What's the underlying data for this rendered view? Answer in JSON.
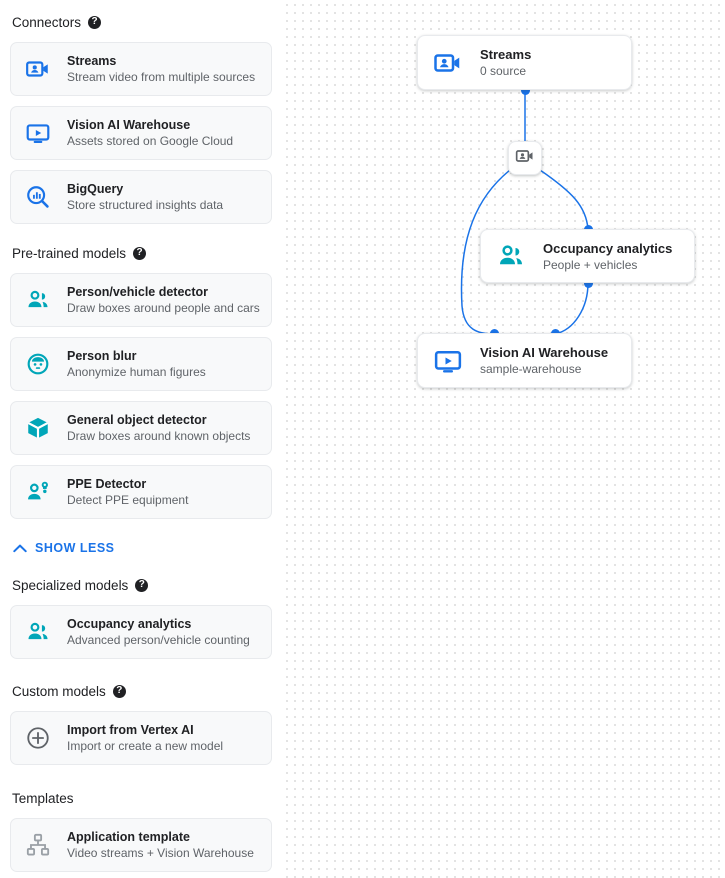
{
  "sidebar": {
    "sections": [
      {
        "title": "Connectors",
        "help": "?",
        "help_icon": "help-circle-icon",
        "items": [
          {
            "title": "Streams",
            "subtitle": "Stream video from multiple sources",
            "icon": "video-camera-person-icon",
            "icon_color": "#1a73e8"
          },
          {
            "title": "Vision AI Warehouse",
            "subtitle": "Assets stored on Google Cloud",
            "icon": "monitor-play-icon",
            "icon_color": "#1a73e8"
          },
          {
            "title": "BigQuery",
            "subtitle": "Store structured insights data",
            "icon": "bigquery-magnifier-chart-icon",
            "icon_color": "#1a73e8"
          }
        ]
      },
      {
        "title": "Pre-trained models",
        "help": "?",
        "help_icon": "help-circle-icon",
        "items": [
          {
            "title": "Person/vehicle detector",
            "subtitle": "Draw boxes around people and cars",
            "icon": "people-group-icon",
            "icon_color": "#00a6b8"
          },
          {
            "title": "Person blur",
            "subtitle": "Anonymize human figures",
            "icon": "face-blur-icon",
            "icon_color": "#00a6b8"
          },
          {
            "title": "General object detector",
            "subtitle": "Draw boxes around known objects",
            "icon": "cube-box-icon",
            "icon_color": "#00a6b8"
          },
          {
            "title": "PPE Detector",
            "subtitle": "Detect PPE equipment",
            "icon": "ppe-person-gear-icon",
            "icon_color": "#00a6b8"
          }
        ]
      },
      {
        "title": "Specialized models",
        "help": "?",
        "help_icon": "help-circle-icon",
        "items": [
          {
            "title": "Occupancy analytics",
            "subtitle": "Advanced person/vehicle counting",
            "icon": "people-group-icon",
            "icon_color": "#00a6b8"
          }
        ]
      },
      {
        "title": "Custom models",
        "help": "?",
        "help_icon": "help-circle-icon",
        "items": [
          {
            "title": "Import from Vertex AI",
            "subtitle": "Import or create a new model",
            "icon": "plus-circle-icon",
            "icon_color": "#5f6368"
          }
        ]
      },
      {
        "title": "Templates",
        "help": null,
        "items": [
          {
            "title": "Application template",
            "subtitle": "Video streams + Vision Warehouse",
            "icon": "account-tree-icon",
            "icon_color": "#9aa0a6"
          }
        ]
      }
    ],
    "show_less": {
      "label": "SHOW LESS",
      "icon": "chevron-up-icon",
      "color": "#1a73e8"
    }
  },
  "canvas": {
    "nodes": [
      {
        "id": "streams",
        "title": "Streams",
        "subtitle": "0 source",
        "icon": "video-camera-person-icon",
        "icon_color": "#1a73e8"
      },
      {
        "id": "occupancy",
        "title": "Occupancy analytics",
        "subtitle": "People + vehicles",
        "icon": "people-group-icon",
        "icon_color": "#00a6b8"
      },
      {
        "id": "warehouse",
        "title": "Vision AI Warehouse",
        "subtitle": "sample-warehouse",
        "icon": "monitor-play-icon",
        "icon_color": "#1a73e8"
      }
    ],
    "badge": {
      "icon": "video-camera-person-icon",
      "icon_color": "#5f6368"
    },
    "edge_color": "#1a73e8",
    "port_color": "#1a73e8",
    "grid_dot_color": "#e3e3e3"
  }
}
